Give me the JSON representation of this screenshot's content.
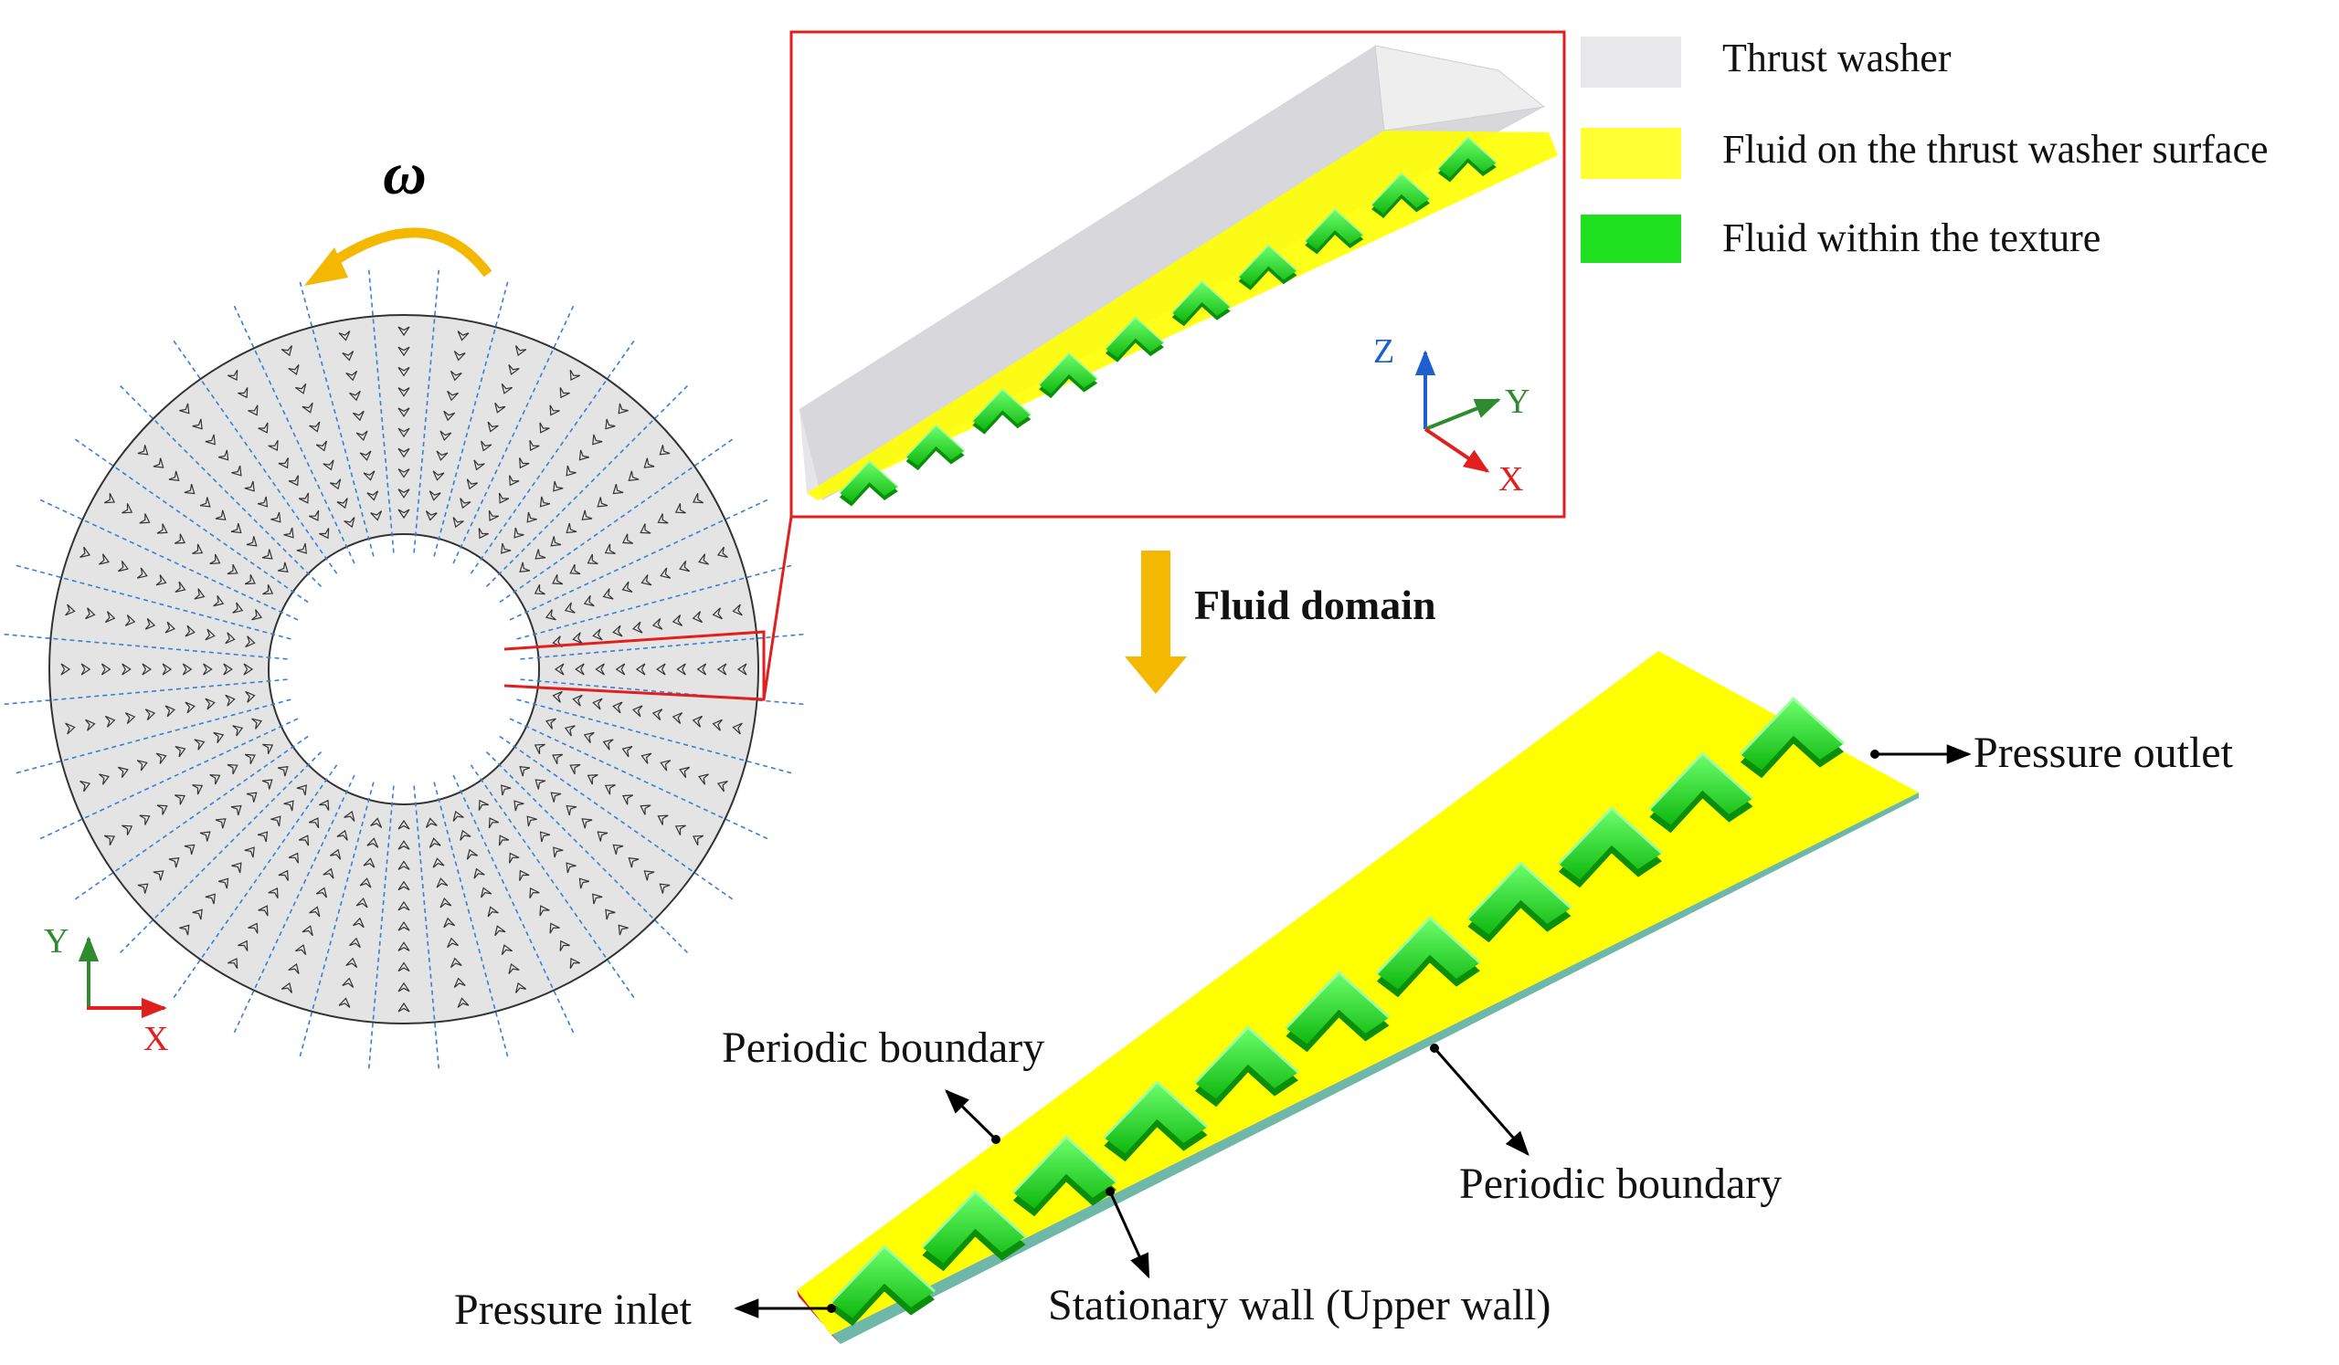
{
  "rotation_symbol": "ω",
  "legend": {
    "items": [
      {
        "label": "Thrust washer",
        "color": "#e8e8ea"
      },
      {
        "label": "Fluid on the thrust washer surface",
        "color": "#ffff33"
      },
      {
        "label": "Fluid within the texture",
        "color": "#1ee01e"
      }
    ]
  },
  "washer_axes": {
    "y": "Y",
    "x": "X"
  },
  "inset_axes": {
    "z": "Z",
    "y": "Y",
    "x": "X"
  },
  "fluid_domain_label": "Fluid domain",
  "annotations": {
    "pressure_outlet": "Pressure outlet",
    "pressure_inlet": "Pressure inlet",
    "periodic_boundary_top": "Periodic boundary",
    "periodic_boundary_right": "Periodic boundary",
    "stationary_wall": "Stationary wall (Upper wall)"
  },
  "geometry": {
    "texture_columns": 36,
    "textures_per_column": 10
  },
  "colors": {
    "inset_frame": "#e0201e",
    "axis_x": "#e0201e",
    "axis_y": "#2e8b2e",
    "axis_z": "#1e5fd0",
    "rotation_arrow": "#f5b800",
    "domain_arrow": "#f5b800",
    "fluid_yellow": "#ffff00",
    "texture_green": "#22dd22",
    "sector_lines": "#3a7fd6"
  }
}
